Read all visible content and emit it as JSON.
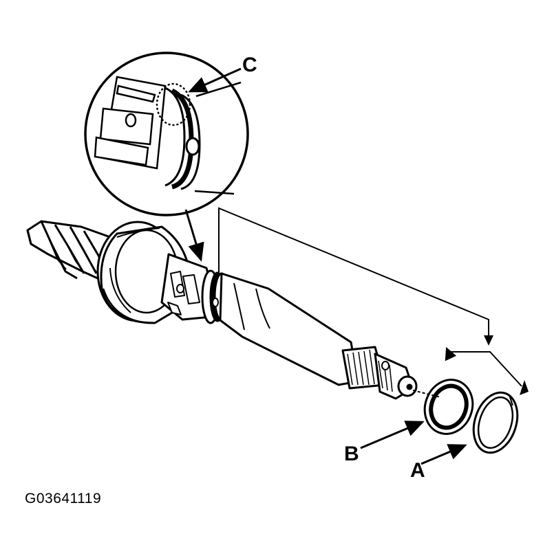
{
  "callouts": {
    "a": "A",
    "b": "B",
    "c": "C"
  },
  "figure_id": "G03641119",
  "colors": {
    "ink": "#000000",
    "paper": "#ffffff"
  }
}
